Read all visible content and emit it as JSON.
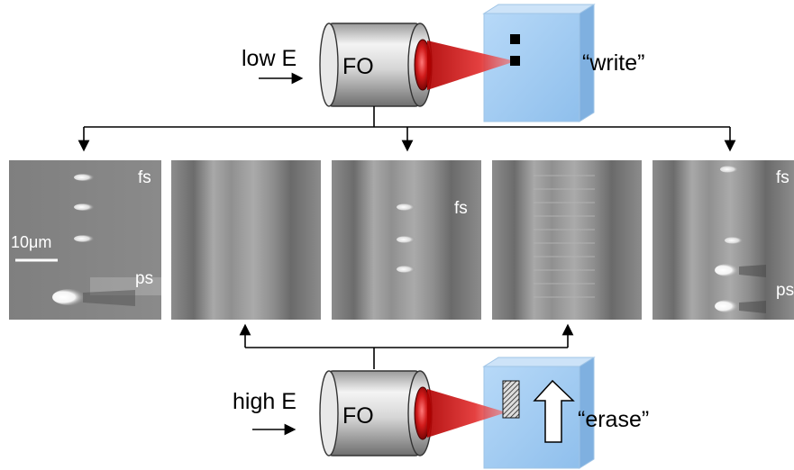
{
  "top": {
    "energy_label": "low E",
    "device_label": "FO",
    "action_label": "“write”"
  },
  "bottom": {
    "energy_label": "high E",
    "device_label": "FO",
    "action_label": "“erase”"
  },
  "panels": [
    {
      "labels": [
        "fs",
        "ps"
      ],
      "scale_label": "10μm"
    },
    {
      "labels": []
    },
    {
      "labels": [
        "fs"
      ]
    },
    {
      "labels": []
    },
    {
      "labels": [
        "fs",
        "ps"
      ]
    }
  ],
  "colors": {
    "block_fill": "#a9cff4",
    "beam": "#cc0000",
    "lens": "#c8102e",
    "housing_light": "#f2f2f2",
    "housing_dark": "#7a7a7a",
    "panel_gray": "#8c8c8c"
  }
}
